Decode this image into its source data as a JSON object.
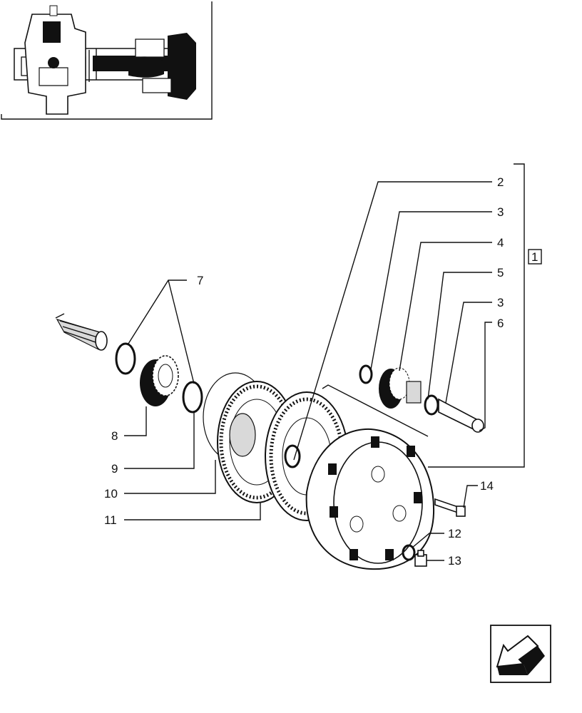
{
  "callouts": {
    "c1": "1",
    "c2": "2",
    "c3a": "3",
    "c3b": "3",
    "c4": "4",
    "c5": "5",
    "c6": "6",
    "c7": "7",
    "c8": "8",
    "c9": "9",
    "c10": "10",
    "c11": "11",
    "c12": "12",
    "c13": "13",
    "c14": "14"
  },
  "icons": {
    "thumbnail": "axle-assembly-thumbnail",
    "nav": "back-arrow-icon"
  },
  "colors": {
    "ink": "#111111",
    "paper": "#ffffff"
  }
}
